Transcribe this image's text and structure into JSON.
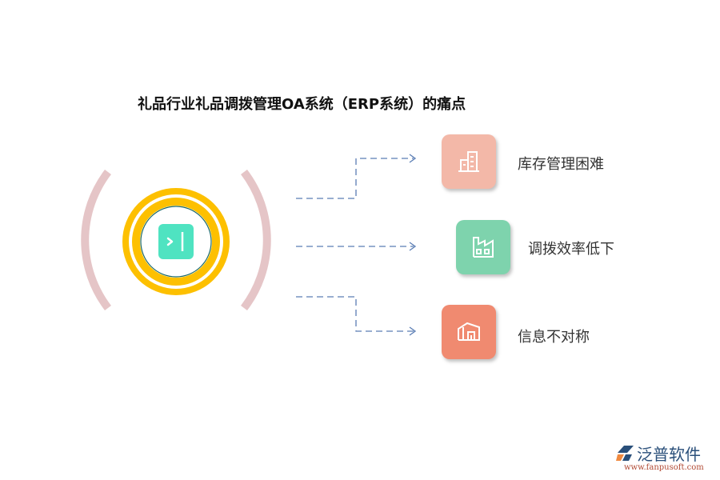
{
  "title": "礼品行业礼品调拨管理OA系统（ERP系统）的痛点",
  "hub": {
    "icon": "panel-collapse-icon",
    "colors": {
      "bracket": "#e5c5c7",
      "ring": "#fdc000",
      "inner_border": "#1c6a6a",
      "icon_bg": "#4fe3c1"
    }
  },
  "connector_color": "#5a7db4",
  "items": [
    {
      "label": "库存管理困难",
      "icon": "building-icon",
      "color": "#f3b8a8"
    },
    {
      "label": "调拨效率低下",
      "icon": "factory-icon",
      "color": "#7ed3ad"
    },
    {
      "label": "信息不对称",
      "icon": "warehouse-icon",
      "color": "#f08a70"
    }
  ],
  "logo": {
    "name": "泛普软件",
    "url": "www.fanpusoft.com"
  }
}
